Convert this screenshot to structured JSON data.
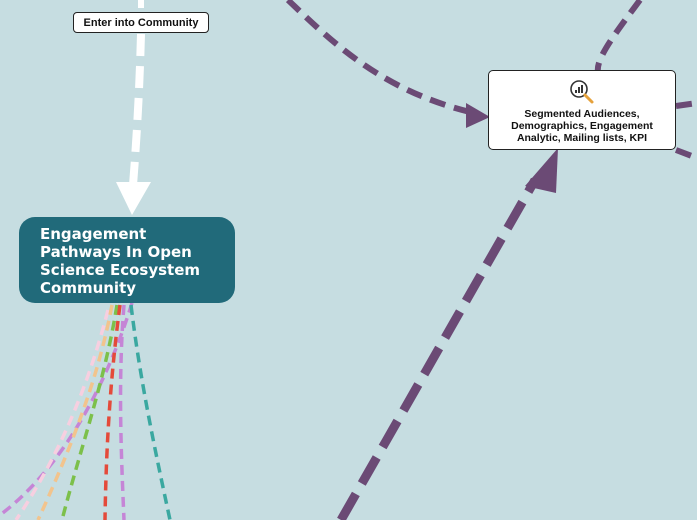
{
  "nodes": {
    "enter_label": "Enter into Community",
    "central_title_lines": [
      "Engagement",
      "Pathways In Open",
      "Science Ecosystem",
      "Community"
    ],
    "info_lines": [
      "Segmented Audiences,",
      "Demographics, Engagement",
      "Analytic,  Mailing lists, KPI"
    ],
    "info_icon": "analytics-search-icon"
  },
  "colors": {
    "background": "#c6dde1",
    "central_node": "#216a7a",
    "purple_connector": "#6b4a75",
    "white_connector": "#ffffff",
    "branch_colors": [
      "#e44a3a",
      "#7cc04a",
      "#3aa8a0",
      "#c585d6",
      "#f2c48d",
      "#f7cfe0"
    ]
  }
}
